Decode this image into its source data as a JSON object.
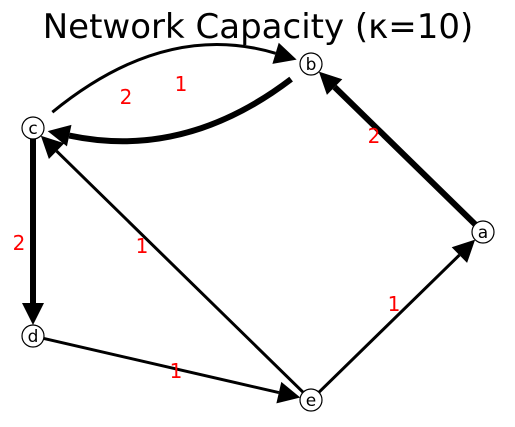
{
  "title": "Network Capacity (κ=10)",
  "colors": {
    "edge": "#000000",
    "edge_label": "#ff0000",
    "node_fill": "#ffffff",
    "node_stroke": "#000000"
  },
  "nodes": [
    {
      "id": "a",
      "label": "a"
    },
    {
      "id": "b",
      "label": "b"
    },
    {
      "id": "c",
      "label": "c"
    },
    {
      "id": "d",
      "label": "d"
    },
    {
      "id": "e",
      "label": "e"
    }
  ],
  "edges": [
    {
      "from": "a",
      "to": "b",
      "label": "2",
      "weight": 2
    },
    {
      "from": "b",
      "to": "c",
      "label": "2",
      "weight": 2
    },
    {
      "from": "c",
      "to": "b",
      "label": "1",
      "weight": 1
    },
    {
      "from": "c",
      "to": "d",
      "label": "2",
      "weight": 2
    },
    {
      "from": "d",
      "to": "e",
      "label": "1",
      "weight": 1
    },
    {
      "from": "e",
      "to": "a",
      "label": "1",
      "weight": 1
    },
    {
      "from": "e",
      "to": "c",
      "label": "1",
      "weight": 1
    }
  ]
}
